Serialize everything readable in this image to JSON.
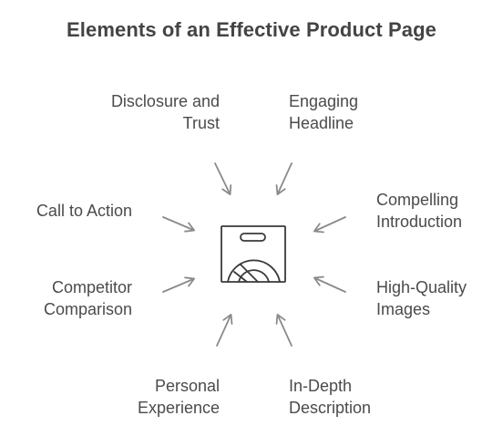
{
  "title": "Elements of an Effective Product Page",
  "center_icon": "shopping-bag-icon",
  "elements": {
    "disclosure": "Disclosure and\nTrust",
    "headline": "Engaging\nHeadline",
    "call_to_action": "Call to Action",
    "introduction": "Compelling\nIntroduction",
    "competitor": "Competitor\nComparison",
    "images": "High-Quality\nImages",
    "personal": "Personal\nExperience",
    "description": "In-Depth\nDescription"
  },
  "colors": {
    "text": "#4b4b4b",
    "arrow": "#8a8a8a",
    "icon_stroke": "#3a3a3a"
  }
}
